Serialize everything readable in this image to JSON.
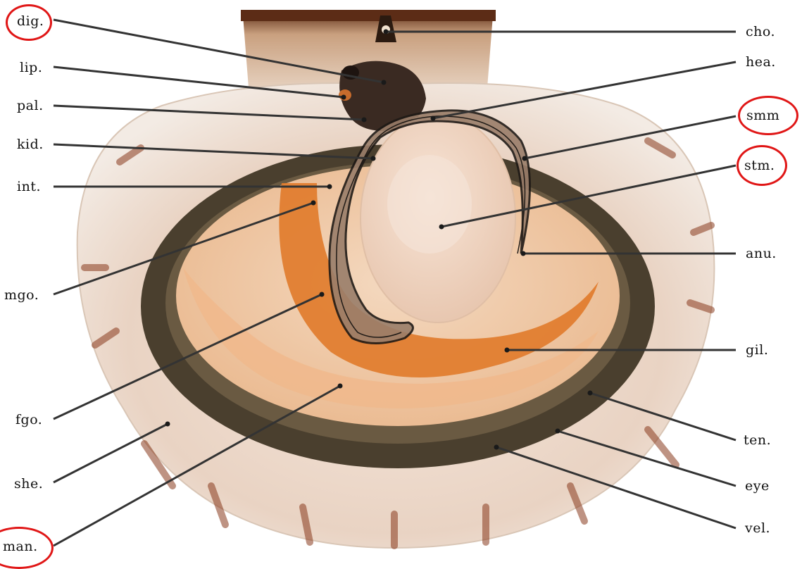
{
  "labels": {
    "dig": "dig.",
    "lip": "lip.",
    "pal": "pal.",
    "kid": "kid.",
    "int": "int.",
    "mgo": "mgo.",
    "fgo": "fgo.",
    "she": "she.",
    "man": "man.",
    "cho": "cho.",
    "hea": "hea.",
    "smm": "smm",
    "stm": "stm.",
    "anu": "anu.",
    "gil": "gil.",
    "ten": "ten.",
    "eye": "eye",
    "vel": "vel."
  },
  "highlighted_labels": [
    "dig.",
    "smm",
    "stm.",
    "man."
  ],
  "colors": {
    "highlight": "#e01616",
    "leader_line": "#333333",
    "shell_edge": "#efe6dc",
    "mantle_band": "#4a3f2e",
    "gonad_orange": "#e07a2a",
    "adductor_muscle": "#f0d6c4"
  }
}
